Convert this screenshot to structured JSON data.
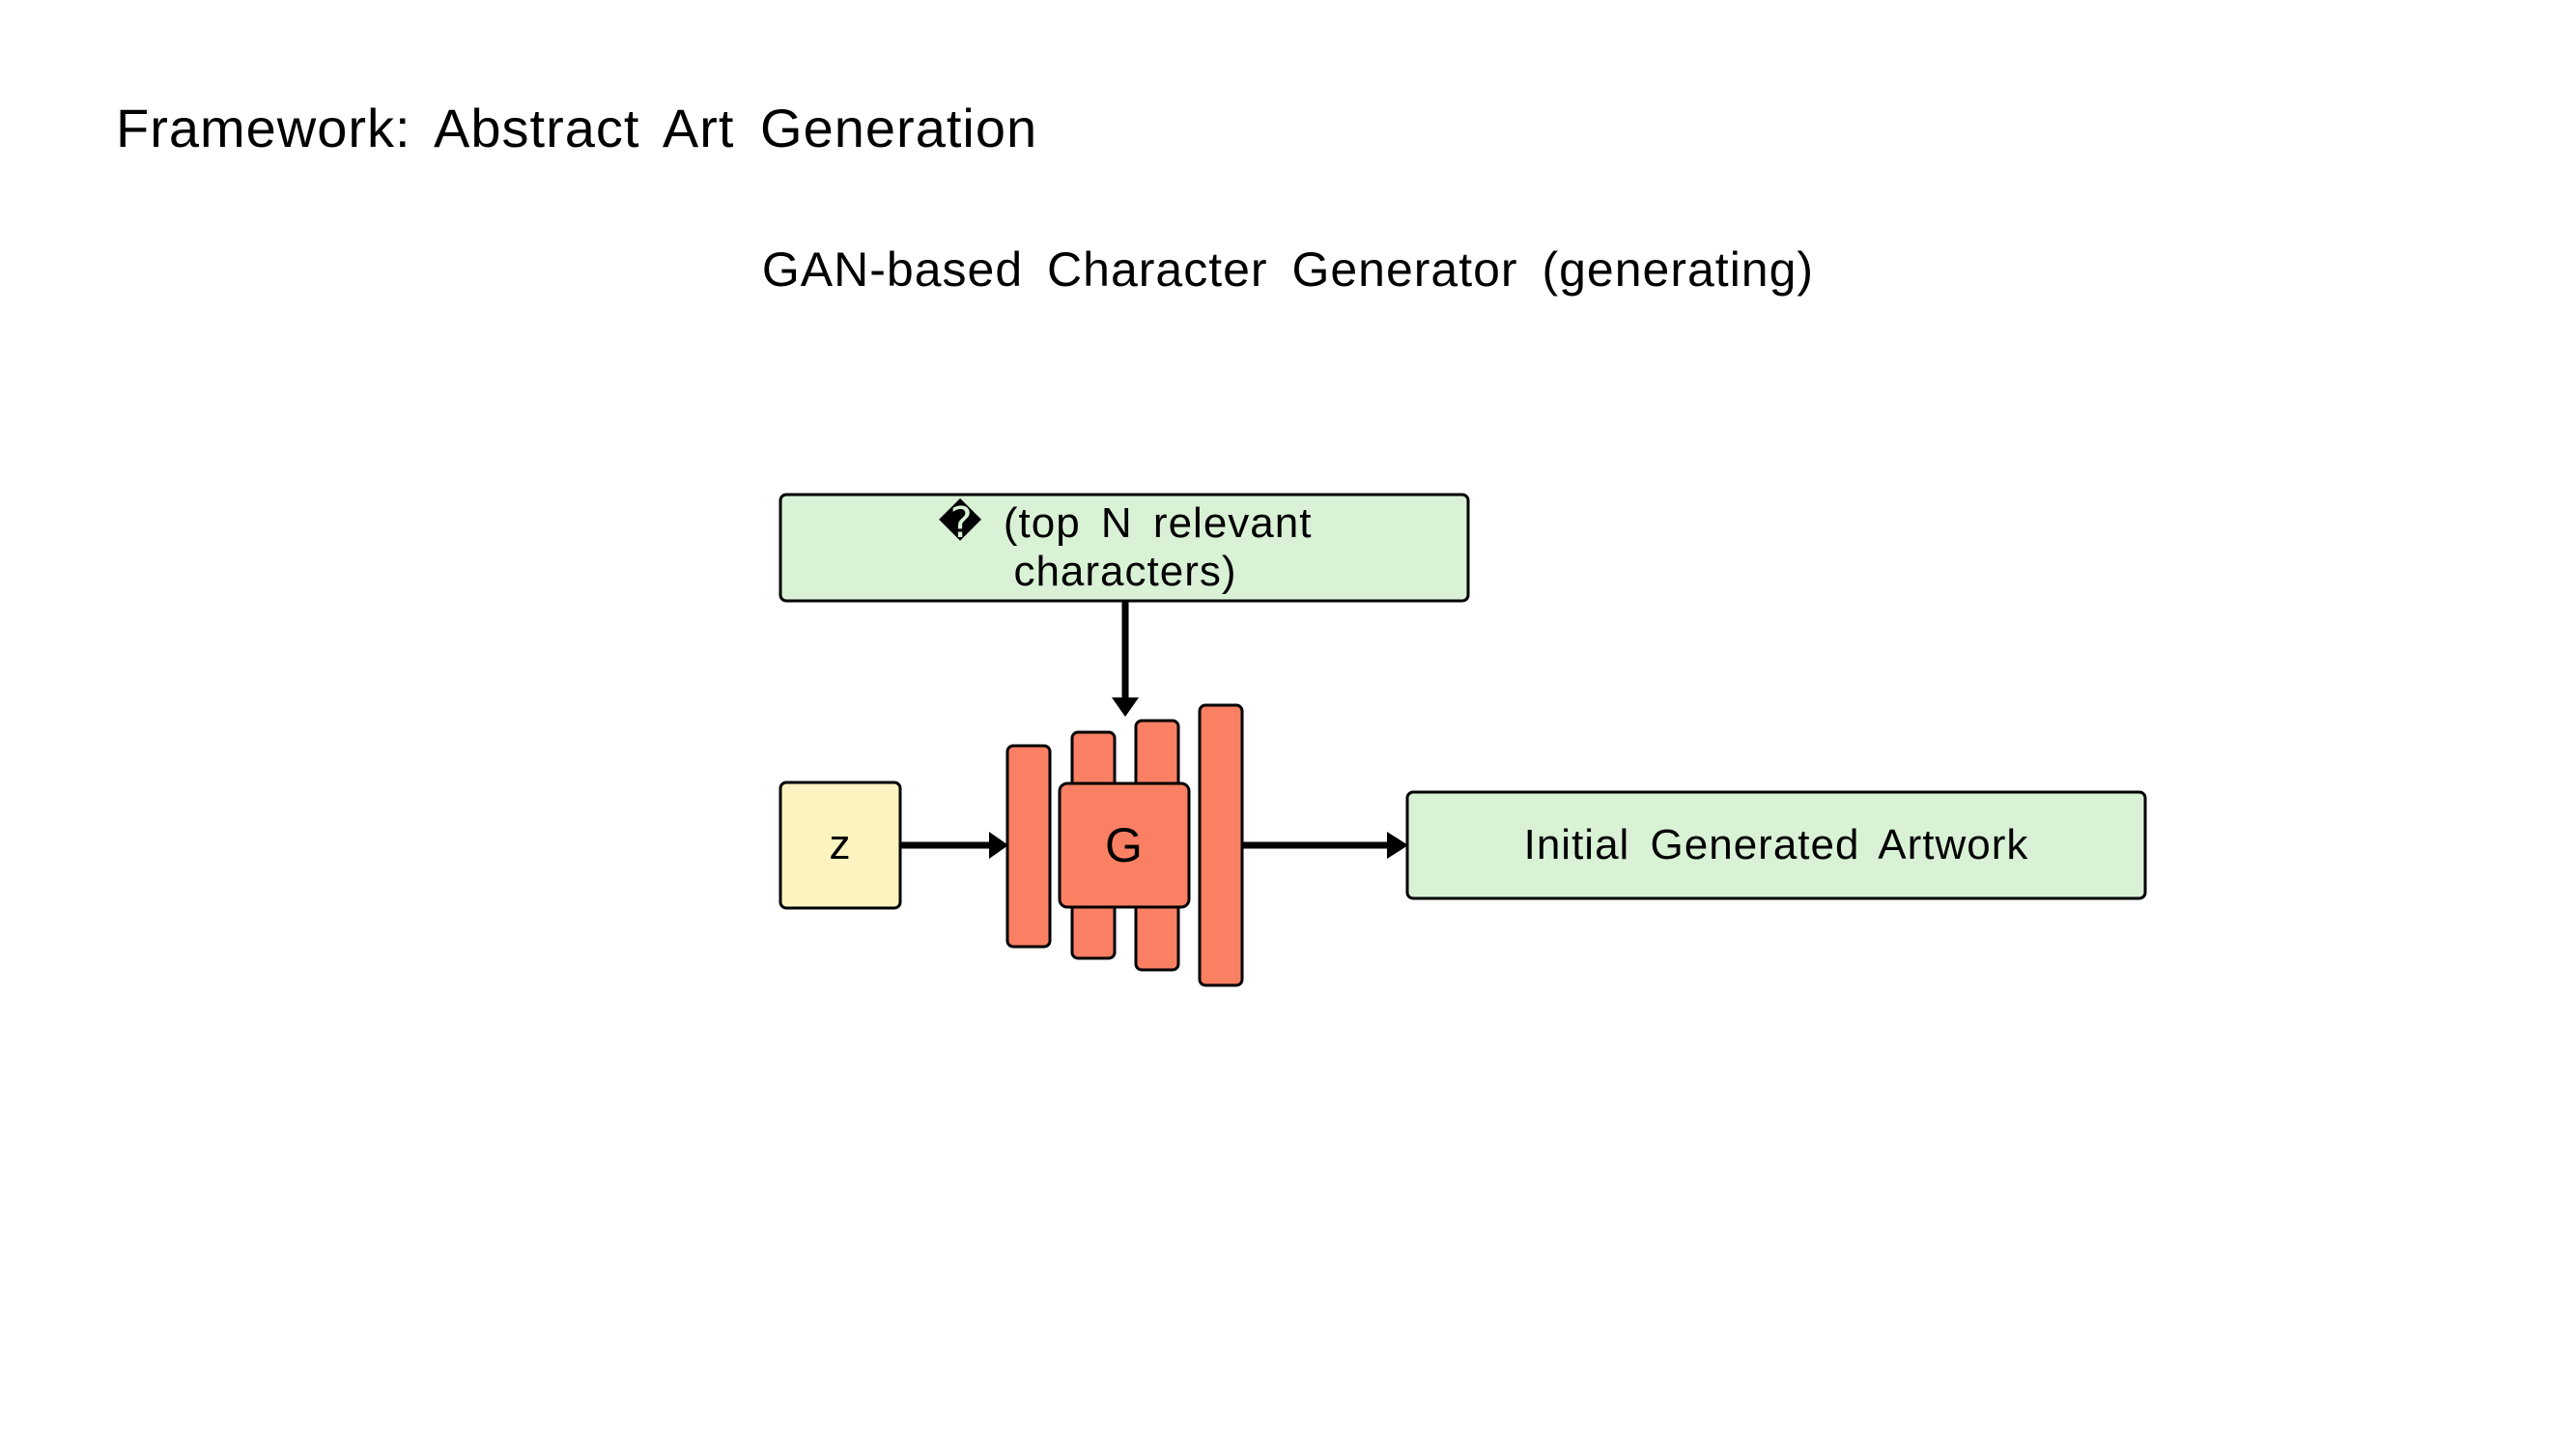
{
  "slide": {
    "title": "Framework: Abstract Art Generation"
  },
  "diagram": {
    "title": "GAN-based Character Generator (generating)",
    "condition_box": {
      "label": "� (top N relevant characters)"
    },
    "noise_box": {
      "label": "z"
    },
    "generator": {
      "label": "G"
    },
    "output_box": {
      "label": "Initial Generated Artwork"
    },
    "colors": {
      "condition_fill": "#d9f2d6",
      "noise_fill": "#fcf3c0",
      "generator_fill": "#fa8064",
      "output_fill": "#d9f2d6",
      "stroke": "#000000"
    }
  }
}
